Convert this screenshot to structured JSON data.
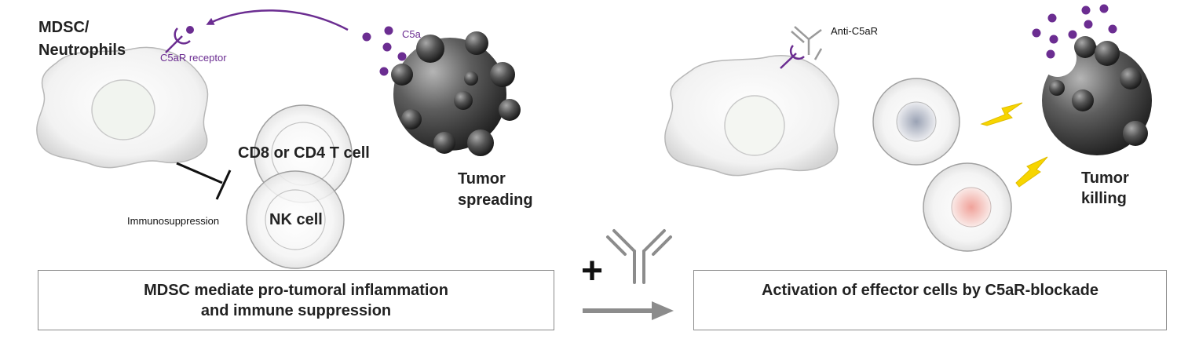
{
  "left_panel": {
    "cell_label": [
      "MDSC/",
      "Neutrophils"
    ],
    "receptor_label": "C5aR receptor",
    "ligand_label": "C5a",
    "t_cell_label": "CD8 or CD4 T cell",
    "nk_cell_label": "NK cell",
    "tumor_label": [
      "Tumor",
      "spreading"
    ],
    "inhibition_label": "Immunosuppression",
    "caption": [
      "MDSC mediate pro-tumoral inflammation",
      "and immune suppression"
    ]
  },
  "right_panel": {
    "antibody_label": "Anti-C5aR",
    "tumor_label": [
      "Tumor",
      "killing"
    ],
    "caption": [
      "Activation of effector cells by C5aR-blockade"
    ]
  },
  "transition": {
    "plus_symbol": "+"
  },
  "icons": [
    "c5ar-receptor-icon",
    "antibody-icon",
    "lightning-icon",
    "inhibition-icon",
    "arrow-icon"
  ],
  "colors": {
    "c5a_purple": "#6b2d91",
    "arrow_gray": "#8c8c8c",
    "lightning_yellow": "#f7d500",
    "tumor_dark": "#3a3a3a",
    "cell_outline": "#9a9a9a"
  }
}
